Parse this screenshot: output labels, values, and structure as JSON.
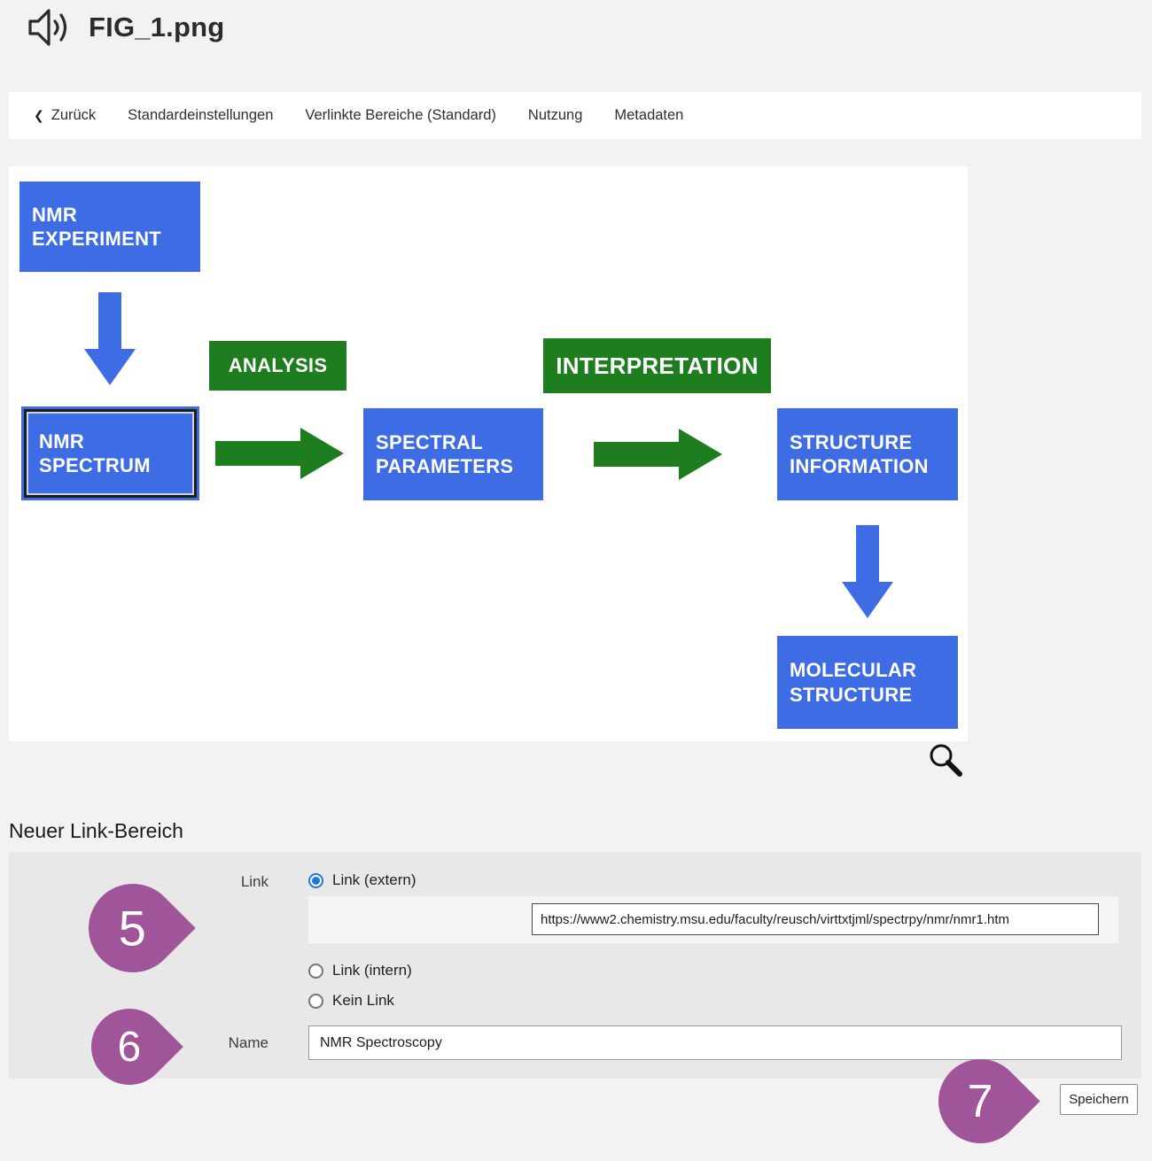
{
  "header": {
    "title": "FIG_1.png"
  },
  "nav": {
    "back_label": "Zurück",
    "back_chevron": "❮",
    "items": [
      "Standardeinstellungen",
      "Verlinkte Bereiche (Standard)",
      "Nutzung",
      "Metadaten"
    ]
  },
  "flowchart": {
    "nodes": {
      "nmr_experiment": "NMR EXPERIMENT",
      "nmr_spectrum": "NMR SPECTRUM",
      "spectral_parameters": "SPECTRAL PARAMETERS",
      "structure_information": "STRUCTURE INFORMATION",
      "molecular_structure": "MOLECULAR STRUCTURE",
      "analysis": "ANALYSIS",
      "interpretation": "INTERPRETATION"
    },
    "colors": {
      "process_box_blue": "#3d6ce5",
      "action_box_green": "#1e7d1e",
      "selected_border": "#1d1d1d"
    },
    "selected_node": "NMR SPECTRUM"
  },
  "form": {
    "heading": "Neuer Link-Bereich",
    "link_label": "Link",
    "radio_extern_label": "Link (extern)",
    "radio_intern_label": "Link (intern)",
    "radio_none_label": "Kein Link",
    "selected_radio": "Link (extern)",
    "url_value": "https://www2.chemistry.msu.edu/faculty/reusch/virttxtjml/spectrpy/nmr/nmr1.htm",
    "name_label": "Name",
    "name_value": "NMR Spectroscopy",
    "save_label": "Speichern"
  },
  "annotations": {
    "step5": "5",
    "step6": "6",
    "step7": "7",
    "color": "#a0549a"
  }
}
